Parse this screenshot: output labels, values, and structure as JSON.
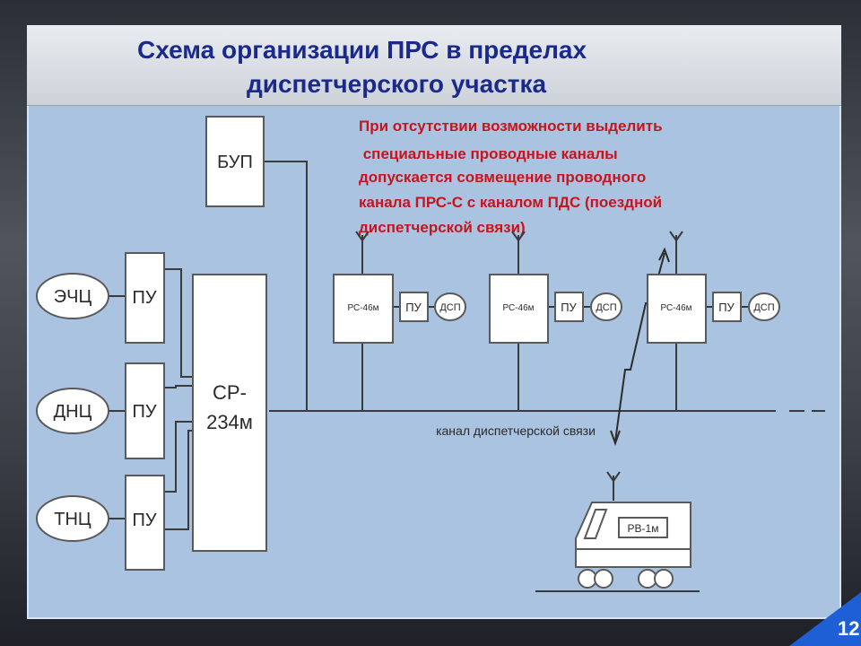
{
  "title": {
    "line1": "Схема организации ПРС в пределах",
    "line2": "диспетчерского участка"
  },
  "note": {
    "lines": [
      "При отсутствии возможности выделить",
      " специальные проводные каналы",
      "допускается совмещение проводного",
      "канала ПРС-С с каналом ПДС (поездной",
      "диспетчерской связи)"
    ]
  },
  "diagram": {
    "dispatchers": [
      "ЭЧЦ",
      "ДНЦ",
      "ТНЦ"
    ],
    "control_panel": "ПУ",
    "bup": "БУП",
    "central": [
      "СР-",
      "234м"
    ],
    "station_radio": "РС-46м",
    "station_panel": "ПУ",
    "station_operator": "ДСП",
    "channel_label": "канал диспетчерской связи",
    "loco_radio": "РВ-1м"
  },
  "colors": {
    "title": "#1a2a8c",
    "note": "#c8141c",
    "slide_bg": "#a9c3e0",
    "line": "#3a3a3a"
  },
  "slide_number": "12"
}
